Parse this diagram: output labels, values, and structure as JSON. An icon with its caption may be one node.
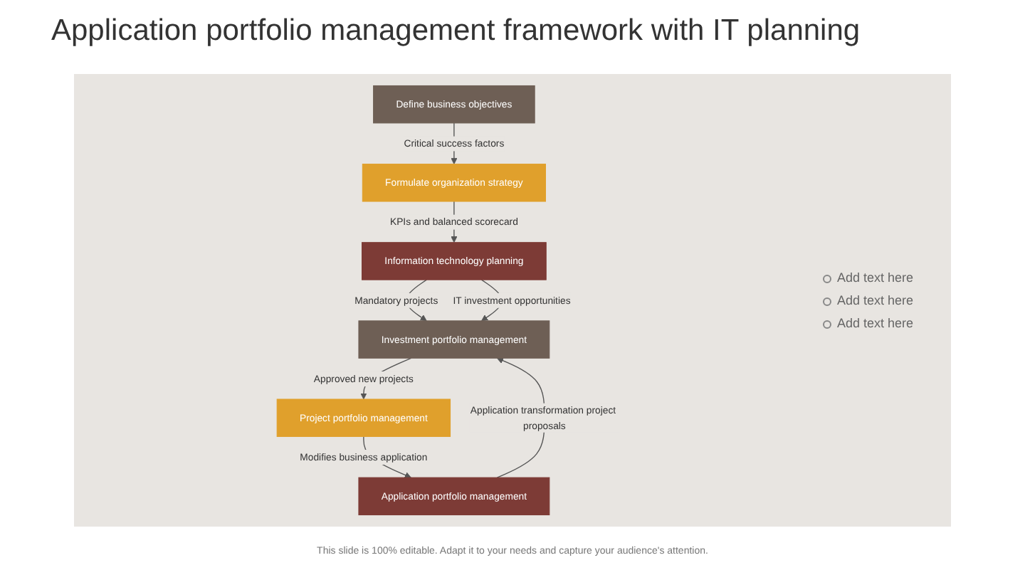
{
  "diagram": {
    "title": "Application portfolio management framework with IT planning",
    "caption": "This slide is 100% editable. Adapt it to your needs and capture your audience's attention.",
    "nodes": [
      {
        "text": [
          "Define business objectives"
        ]
      },
      {
        "text": [
          "Formulate organization strategy"
        ]
      },
      {
        "text": [
          "Information technology planning"
        ]
      },
      {
        "text": [
          "Investment portfolio management"
        ]
      },
      {
        "text": [
          "Project portfolio management"
        ]
      },
      {
        "text": [
          "Application portfolio management"
        ]
      }
    ],
    "edges": [
      {
        "from": 0,
        "to": 1,
        "arrow": "to",
        "label": "Critical success factors"
      },
      {
        "from": 1,
        "to": 2,
        "arrow": "to",
        "label": "KPIs and balanced scorecard"
      },
      {
        "from": 2,
        "to": 3,
        "arrow": "to",
        "label": "Mandatory projects"
      },
      {
        "from": 2,
        "to": 3,
        "arrow": "to",
        "label": "IT investment opportunities"
      },
      {
        "from": 3,
        "to": 4,
        "arrow": "to",
        "label": "Approved new projects"
      },
      {
        "from": 4,
        "to": 5,
        "arrow": "to",
        "label": "Modifies business application"
      },
      {
        "from": 5,
        "to": 3,
        "arrow": "to",
        "label": "Application transformation project proposals"
      }
    ],
    "labels": [
      "Add text here",
      "Add text here",
      "Add text here"
    ]
  }
}
